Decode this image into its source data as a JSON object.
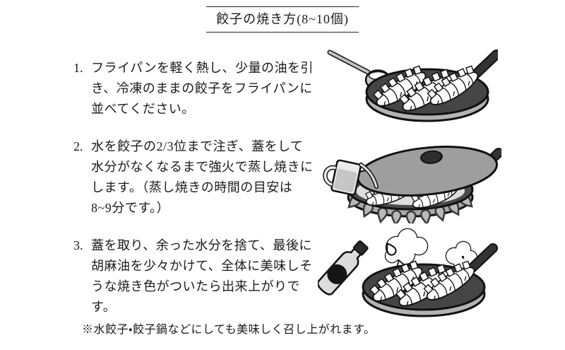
{
  "title": "餃子の焼き方(8~10個)",
  "steps": [
    {
      "number": "1.",
      "text": "フライパンを軽く熱し、少量の油を引\nき、冷凍のままの餃子をフライパンに\n並べてください。",
      "illustration": "frying-pan-with-gyoza-and-oil-ladle"
    },
    {
      "number": "2.",
      "text": "水を餃子の2/3位まで注ぎ、蓋をして\n水分がなくなるまで強火で蒸し焼きに\nします。（蒸し焼きの時間の目安は\n8~9分です。）",
      "illustration": "covered-pan-with-water-pitcher-and-flames"
    },
    {
      "number": "3.",
      "text": "蓋を取り、余った水分を捨て、最後に\n胡麻油を少々かけて、全体に美味しそ\nうな焼き色がついたら出来上がりで\nす。",
      "illustration": "pan-with-steam-and-sesame-oil-bottle"
    }
  ],
  "footnote": "※水餃子・餃子鍋などにしても美味しく召し上がれます。",
  "colors": {
    "ink": "#1a1a1a",
    "outline": "#111111",
    "pan_rim": "#454545",
    "pan_body": "#b3b3b3",
    "lid": "#9e9e9e",
    "handle": "#333333",
    "flame": "#b9b9b9",
    "background": "#ffffff"
  }
}
